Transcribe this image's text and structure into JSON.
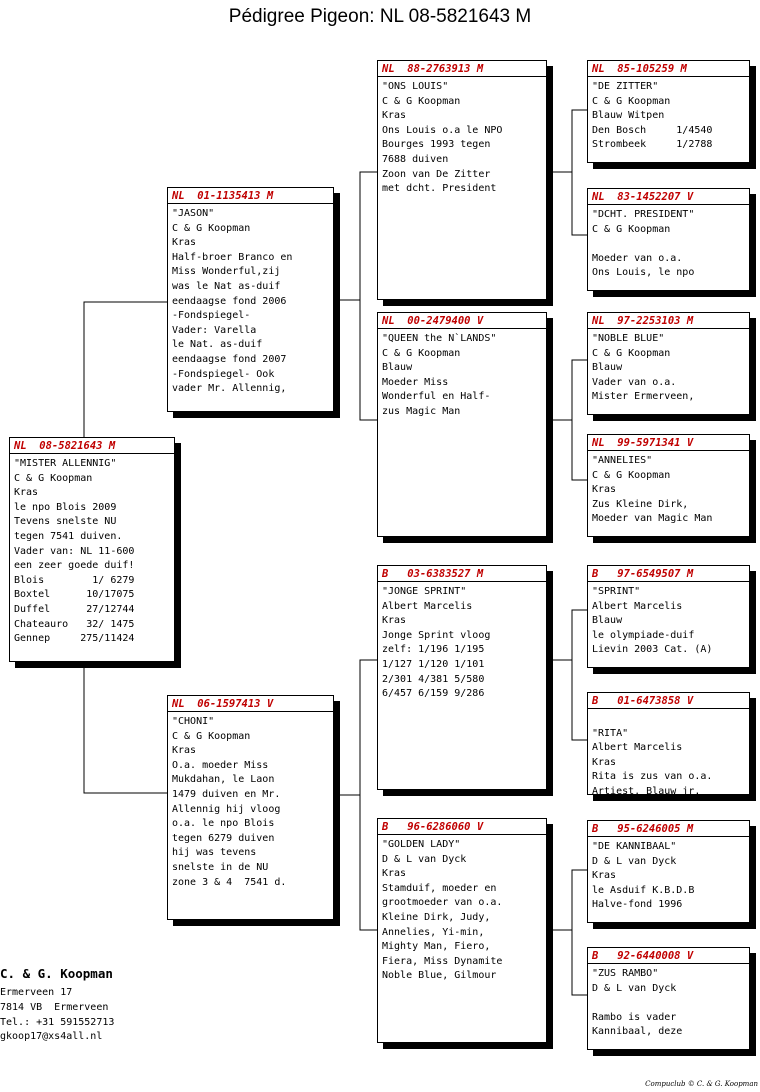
{
  "title": "Pédigree Pigeon: NL  08-5821643 M",
  "birds": [
    {
      "id": "main",
      "header": "NL  08-5821643 M",
      "lines": [
        "\"MISTER ALLENNIG\"",
        "C & G Koopman",
        "Kras",
        "le npo Blois 2009",
        "Tevens snelste NU",
        "tegen 7541 duiven.",
        "Vader van: NL 11-600",
        "een zeer goede duif!",
        "Blois        1/ 6279",
        "Boxtel      10/17075",
        "Duffel      27/12744",
        "Chateauro   32/ 1475",
        "Gennep     275/11424"
      ]
    },
    {
      "id": "sire",
      "header": "NL  01-1135413 M",
      "lines": [
        "\"JASON\"",
        "C & G Koopman",
        "Kras",
        "Half-broer Branco en",
        "Miss Wonderful,zij",
        "was le Nat as-duif",
        "eendaagse fond 2006",
        "-Fondspiegel-",
        "Vader: Varella",
        "le Nat. as-duif",
        "eendaagse fond 2007",
        "-Fondspiegel- Ook",
        "vader Mr. Allennig,"
      ]
    },
    {
      "id": "dam",
      "header": "NL  06-1597413 V",
      "lines": [
        "\"CHONI\"",
        "C & G Koopman",
        "Kras",
        "O.a. moeder Miss",
        "Mukdahan, le Laon",
        "1479 duiven en Mr.",
        "Allennig hij vloog",
        "o.a. le npo Blois",
        "tegen 6279 duiven",
        "hij was tevens",
        "snelste in de NU",
        "zone 3 & 4  7541 d."
      ]
    },
    {
      "id": "ss",
      "header": "NL  88-2763913 M",
      "lines": [
        "\"ONS LOUIS\"",
        "C & G Koopman",
        "Kras",
        "Ons Louis o.a le NPO",
        "Bourges 1993 tegen",
        "7688 duiven",
        "Zoon van De Zitter",
        "met dcht. President"
      ]
    },
    {
      "id": "sd",
      "header": "NL  00-2479400 V",
      "lines": [
        "\"QUEEN the N`LANDS\"",
        "C & G Koopman",
        "Blauw",
        "Moeder Miss",
        "Wonderful en Half-",
        "zus Magic Man"
      ]
    },
    {
      "id": "ds",
      "header": "B   03-6383527 M",
      "lines": [
        "\"JONGE SPRINT\"",
        "Albert Marcelis",
        "Kras",
        "Jonge Sprint vloog",
        "zelf: 1/196 1/195",
        "1/127 1/120 1/101",
        "2/301 4/381 5/580",
        "6/457 6/159 9/286"
      ]
    },
    {
      "id": "dd",
      "header": "B   96-6286060 V",
      "lines": [
        "\"GOLDEN LADY\"",
        "D & L van Dyck",
        "Kras",
        "Stamduif, moeder en",
        "grootmoeder van o.a.",
        "Kleine Dirk, Judy,",
        "Annelies, Yi-min,",
        "Mighty Man, Fiero,",
        "Fiera, Miss Dynamite",
        "Noble Blue, Gilmour"
      ]
    },
    {
      "id": "sss",
      "header": "NL  85-105259 M",
      "lines": [
        "\"DE ZITTER\"",
        "C & G Koopman",
        "Blauw Witpen",
        "Den Bosch     1/4540",
        "Strombeek     1/2788"
      ]
    },
    {
      "id": "ssd",
      "header": "NL  83-1452207 V",
      "lines": [
        "\"DCHT. PRESIDENT\"",
        "C & G Koopman",
        "",
        "Moeder van o.a.",
        "Ons Louis, le npo"
      ]
    },
    {
      "id": "sds",
      "header": "NL  97-2253103 M",
      "lines": [
        "\"NOBLE BLUE\"",
        "C & G Koopman",
        "Blauw",
        "Vader van o.a.",
        "Mister Ermerveen,"
      ]
    },
    {
      "id": "sdd",
      "header": "NL  99-5971341 V",
      "lines": [
        "\"ANNELIES\"",
        "C & G Koopman",
        "Kras",
        "Zus Kleine Dirk,",
        "Moeder van Magic Man"
      ]
    },
    {
      "id": "dss",
      "header": "B   97-6549507 M",
      "lines": [
        "\"SPRINT\"",
        "Albert Marcelis",
        "Blauw",
        "le olympiade-duif",
        "Lievin 2003 Cat. (A)"
      ]
    },
    {
      "id": "dsd",
      "header": "B   01-6473858 V",
      "lines": [
        "",
        "\"RITA\"",
        "Albert Marcelis",
        "Kras",
        "Rita is zus van o.a.",
        "Artiest, Blauw jr."
      ]
    },
    {
      "id": "dds",
      "header": "B   95-6246005 M",
      "lines": [
        "\"DE KANNIBAAL\"",
        "D & L van Dyck",
        "Kras",
        "le Asduif K.B.D.B",
        "Halve-fond 1996"
      ]
    },
    {
      "id": "ddd",
      "header": "B   92-6440008 V",
      "lines": [
        "\"ZUS RAMBO\"",
        "D & L van Dyck",
        "",
        "Rambo is vader",
        "Kannibaal, deze"
      ]
    }
  ],
  "breeder": {
    "name": "C. & G. Koopman",
    "address": "Ermerveen 17",
    "city": "7814 VB  Ermerveen",
    "phone": "Tel.: +31 591552713",
    "email": "gkoop17@xs4all.nl"
  },
  "footer": "Compuclub © C. & G. Koopman"
}
